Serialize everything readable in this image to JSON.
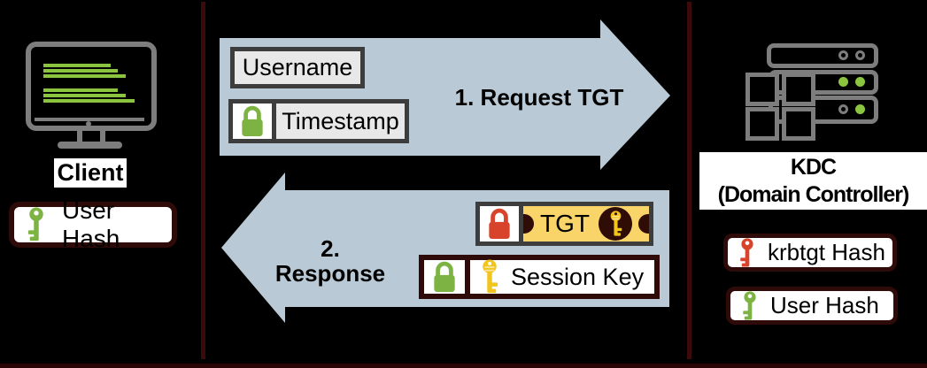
{
  "client": {
    "label": "Client",
    "hash_box": {
      "label": "User Hash",
      "key_color": "#7cb342"
    }
  },
  "request": {
    "step_label": "1. Request TGT",
    "username_field": "Username",
    "timestamp_field": "Timestamp",
    "timestamp_lock_color": "#7cb342"
  },
  "response": {
    "step_label": "2. Response",
    "tgt": {
      "label": "TGT",
      "lock_color": "#d8432c",
      "ticket_color": "#f8d469",
      "key_color": "#f2c51d"
    },
    "session_key": {
      "label": "Session Key",
      "lock_color": "#7cb342",
      "key_color": "#f2c51d"
    }
  },
  "kdc": {
    "title": "KDC",
    "subtitle": "(Domain Controller)",
    "krbtgt_hash": {
      "label": "krbtgt Hash",
      "key_color": "#d8432c"
    },
    "user_hash": {
      "label": "User Hash",
      "key_color": "#7cb342"
    }
  },
  "colors": {
    "background": "#000000",
    "arrow": "#b9c9d5",
    "divider": "#3c0a0a",
    "dark_maroon_border": "#2e0a08",
    "dark_gray_border": "#3d3d3d",
    "gray_fill": "#e8e8e8",
    "icon_gray": "#7d7d7d",
    "terminal_green": "#8bc53f"
  }
}
